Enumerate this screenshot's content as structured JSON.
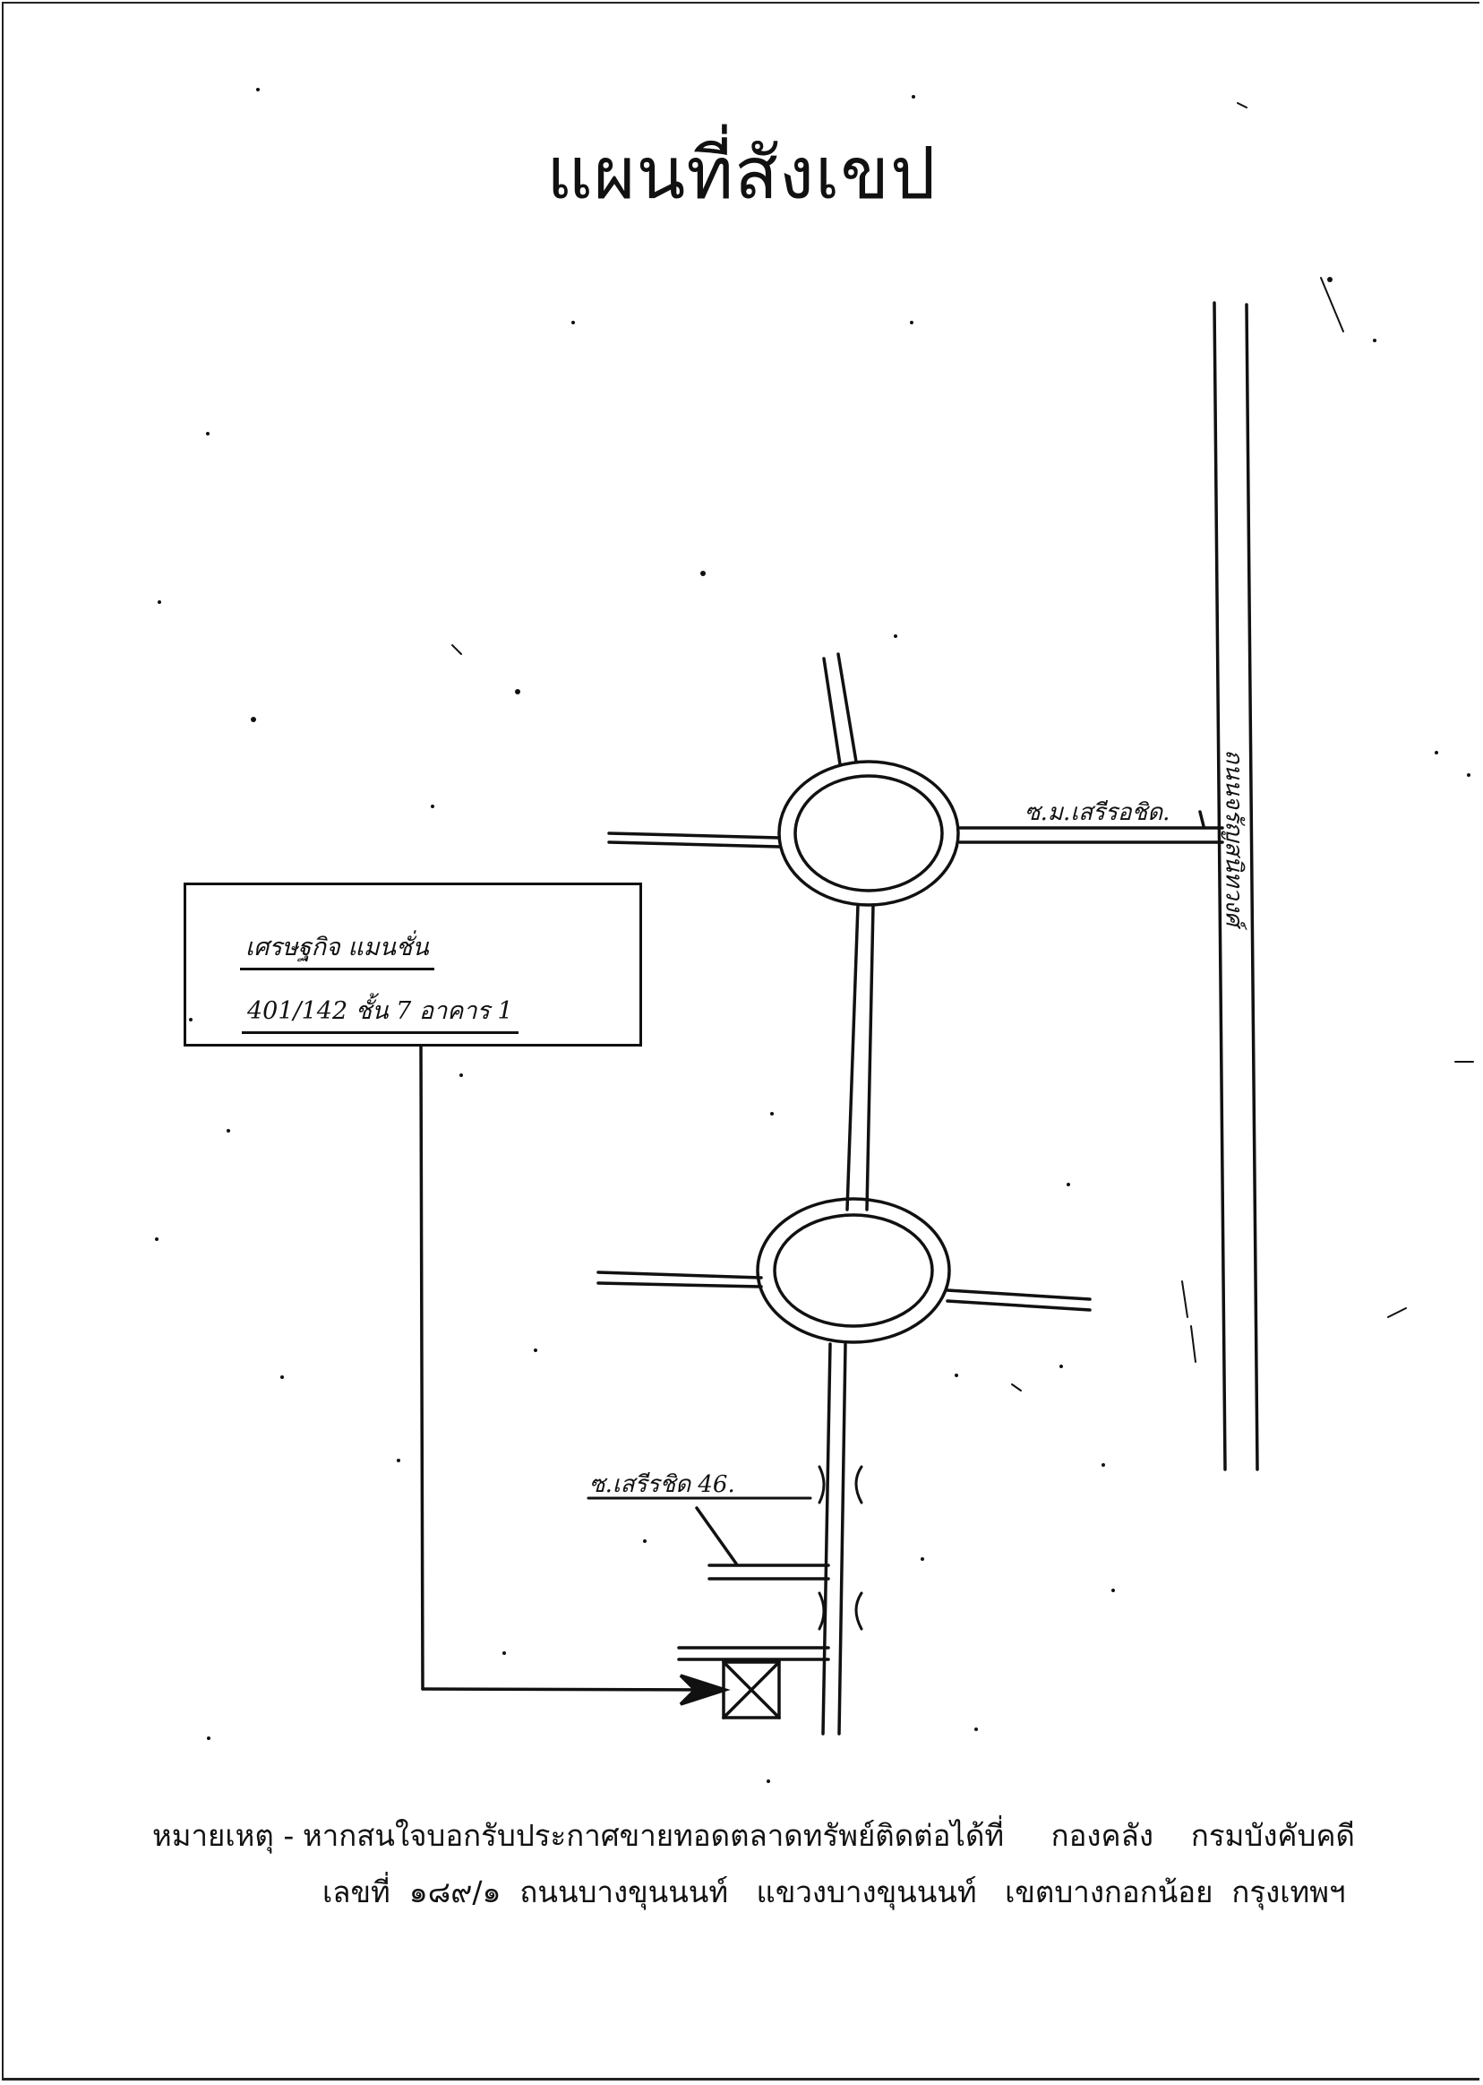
{
  "title": "แผนที่สังเขป",
  "map": {
    "main_road_label": "ถนนจรัญสนิทวงศ์",
    "soi_upper_label": "ซ.ม.เสรีรอชิด.",
    "soi_lower_label": "ซ.เสรีรชิด 46.",
    "address_box": {
      "line1": "เศรษฐกิจ แมนชั่น",
      "line2": "401/142 ชั้น 7 อาคาร 1"
    }
  },
  "footer": {
    "note_label": "หมายเหตุ -",
    "line1": "หากสนใจบอกรับประกาศขายทอดตลาดทรัพย์ติดต่อได้ที่     กองคลัง    กรมบังคับคดี",
    "line2": "เลขที่  ๑๘๙/๑  ถนนบางขุนนนท์   แขวงบางขุนนนท์   เขตบางกอกน้อย  กรุงเทพฯ"
  },
  "colors": {
    "ink": "#111111",
    "paper": "#ffffff"
  }
}
